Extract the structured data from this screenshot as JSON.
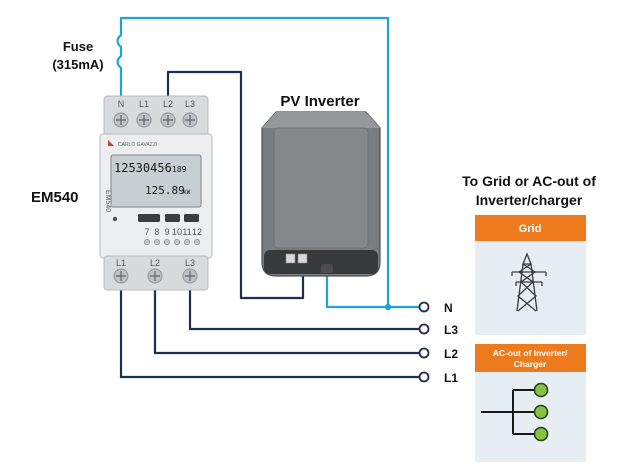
{
  "fuse": {
    "label_line1": "Fuse",
    "label_line2": "(315mA)"
  },
  "meter": {
    "name": "EM540",
    "side_text": "EM540",
    "brand": "CARLO GAVAZZI",
    "top_terminals": [
      "N",
      "L1",
      "L2",
      "L3"
    ],
    "bottom_terminals": [
      "L1",
      "L2",
      "L3"
    ],
    "display_line1": "12530456",
    "display_line1_small": "189",
    "display_line2": "125.89",
    "display_line2_unit": "kW",
    "small_terminals": [
      "7",
      "8",
      "9",
      "10",
      "11",
      "12"
    ]
  },
  "inverter": {
    "label": "PV Inverter"
  },
  "grid_section": {
    "title_line1": "To Grid or AC-out of",
    "title_line2": "Inverter/charger",
    "grid_label": "Grid",
    "acout_label_line1": "AC-out of Inverter/",
    "acout_label_line2": "Charger",
    "header_color": "#ee7a1e",
    "panel_color": "#e6eef4"
  },
  "terminals": [
    "N",
    "L3",
    "L2",
    "L1"
  ],
  "colors": {
    "neutral_wire": "#1ea3dc",
    "phase_wire": "#1f2e4e",
    "node_green": "#86c440"
  }
}
